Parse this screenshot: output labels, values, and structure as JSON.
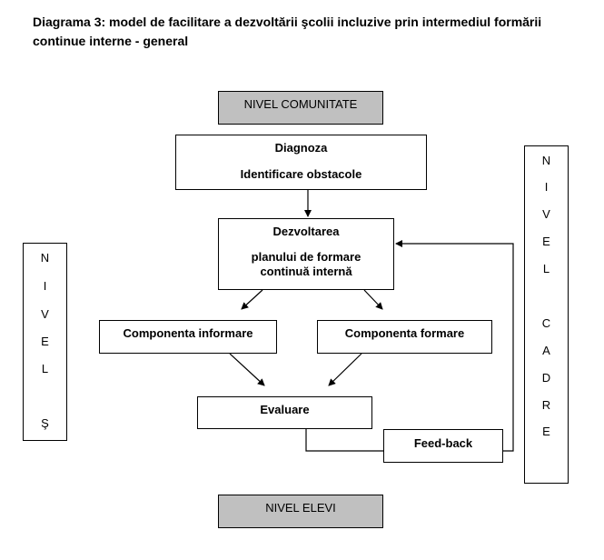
{
  "title_line1": "Diagrama  3: model de facilitare a dezvoltării şcolii incluzive prin intermediul formării",
  "title_line2": "continue interne - general",
  "nivel_comunitate": "NIVEL COMUNITATE",
  "diagnoza": {
    "line1": "Diagnoza",
    "line2": "Identificare obstacole"
  },
  "dezvoltarea": {
    "line1": "Dezvoltarea",
    "line2": "planului de formare",
    "line3": "continuă internă"
  },
  "componenta_informare": "Componenta informare",
  "componenta_formare": "Componenta formare",
  "evaluare": "Evaluare",
  "feedback": "Feed-back",
  "nivel_elevi": "NIVEL ELEVI",
  "nivel_scoala_letters": [
    "N",
    "I",
    "V",
    "E",
    "L",
    "",
    "Ş"
  ],
  "nivel_cadre_letters": [
    "N",
    "I",
    "V",
    "E",
    "L",
    "",
    "C",
    "A",
    "D",
    "R",
    "E"
  ]
}
